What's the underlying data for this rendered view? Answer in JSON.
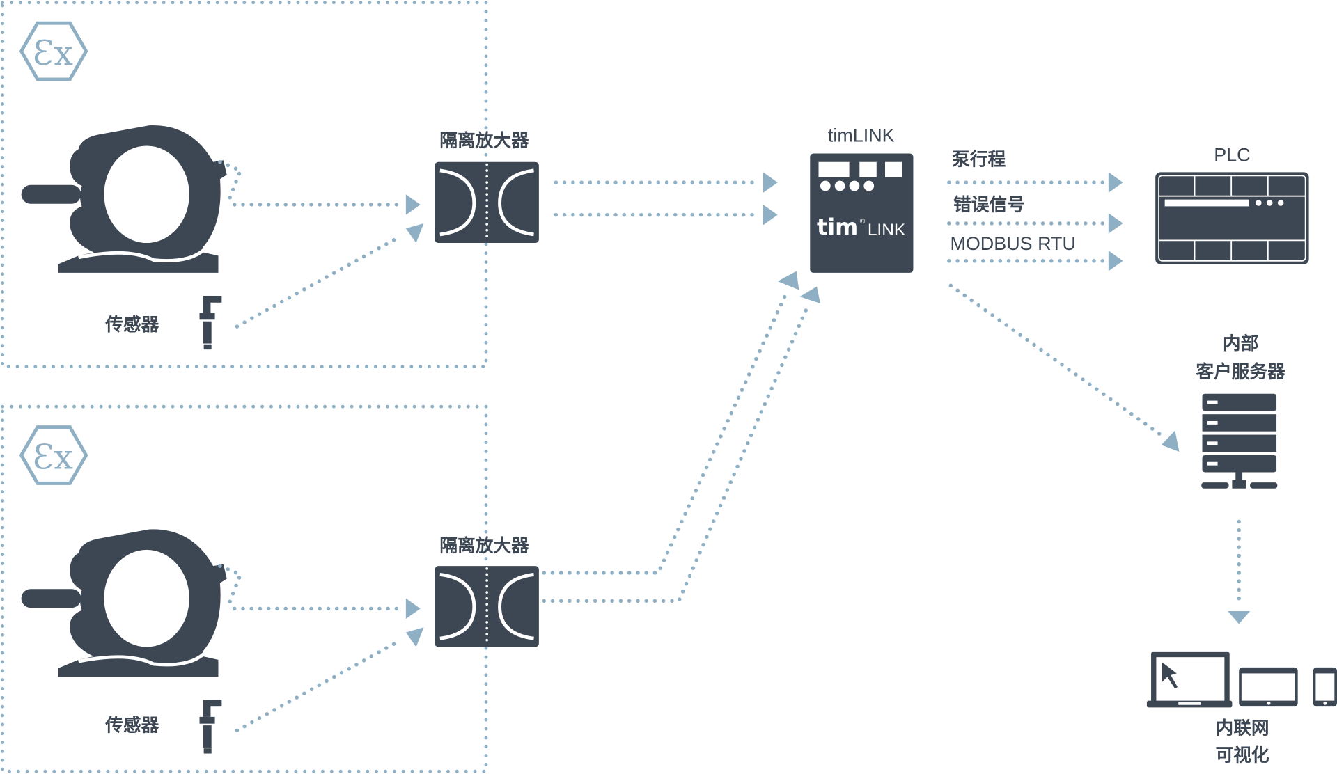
{
  "colors": {
    "dark": "#3d4753",
    "accent": "#8fb0c4",
    "background": "#ffffff"
  },
  "zones": [
    {
      "sensor_label": "传感器",
      "amplifier_label": "隔离放大器"
    },
    {
      "sensor_label": "传感器",
      "amplifier_label": "隔离放大器"
    }
  ],
  "gateway": {
    "label": "timLINK",
    "logo_bold": "tim",
    "logo_reg": "®",
    "logo_light": "LINK"
  },
  "signals": [
    "泵行程",
    "错误信号",
    "MODBUS RTU"
  ],
  "plc": {
    "label": "PLC"
  },
  "server": {
    "line1": "内部",
    "line2": "客户服务器"
  },
  "intranet": {
    "line1": "内联网",
    "line2": "可视化"
  },
  "icons": [
    "ex-hazard-icon",
    "pump-sensor-icon",
    "probe-sensor-icon",
    "isolation-amplifier-icon",
    "timlink-device-icon",
    "plc-icon",
    "server-icon",
    "laptop-icon",
    "tablet-icon",
    "phone-icon"
  ]
}
